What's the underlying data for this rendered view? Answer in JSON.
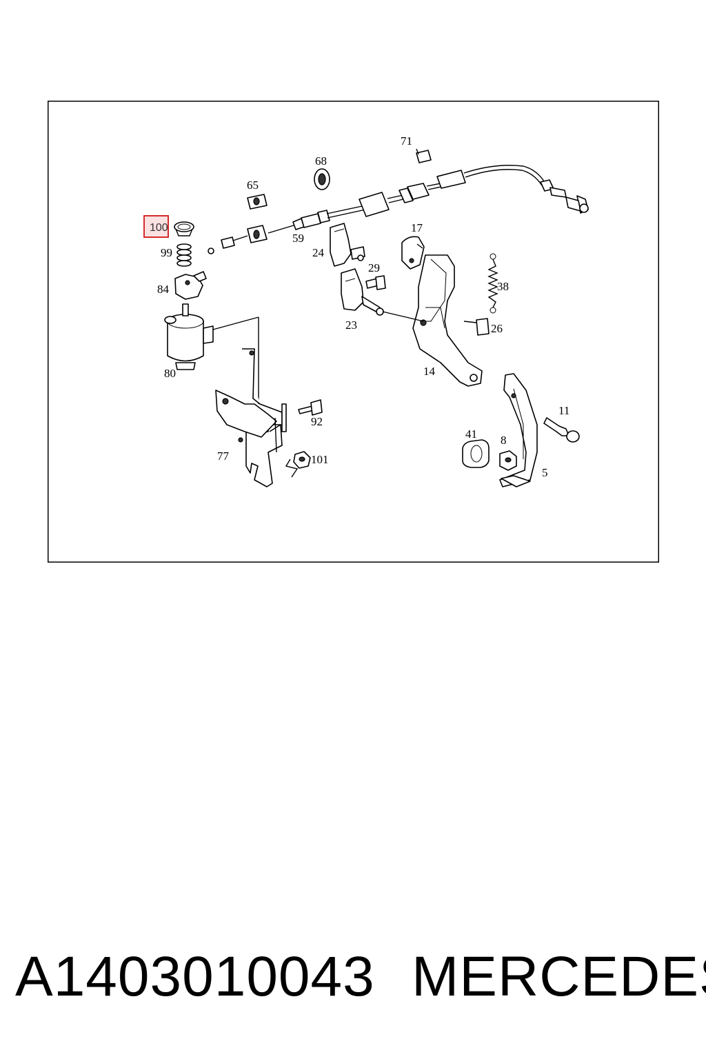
{
  "diagram": {
    "highlighted_callout": "100",
    "highlight_color": "#d42a2a",
    "callouts": {
      "c71": "71",
      "c68": "68",
      "c65": "65",
      "c100": "100",
      "c99": "99",
      "c59": "59",
      "c24": "24",
      "c17": "17",
      "c29": "29",
      "c84": "84",
      "c38": "38",
      "c23": "23",
      "c26": "26",
      "c80": "80",
      "c14": "14",
      "c11": "11",
      "c92": "92",
      "c41": "41",
      "c8": "8",
      "c77": "77",
      "c101": "101",
      "c5": "5"
    }
  },
  "footer": {
    "part_number": "A1403010043",
    "brand": "MERCEDES"
  }
}
